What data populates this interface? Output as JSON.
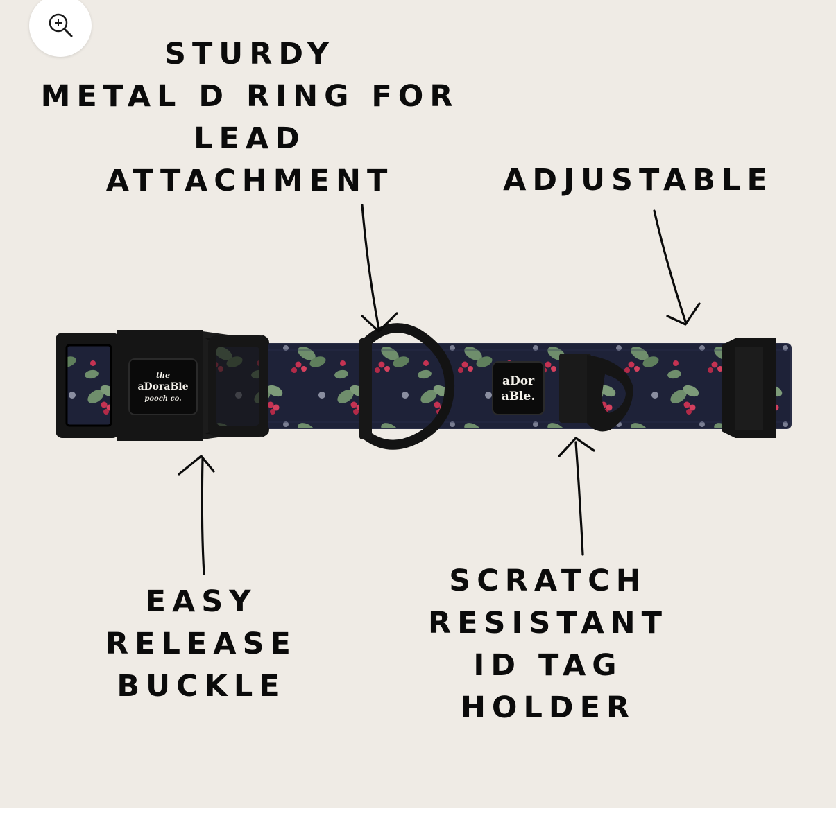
{
  "image_viewer": {
    "zoom_icon": "zoom-in-icon"
  },
  "features": {
    "d_ring": {
      "lines": [
        "STURDY",
        "METAL D RING FOR",
        "LEAD",
        "ATTACHMENT"
      ]
    },
    "adjustable": {
      "lines": [
        "ADJUSTABLE"
      ]
    },
    "buckle": {
      "lines": [
        "EASY",
        "RELEASE",
        "BUCKLE"
      ]
    },
    "tag_holder": {
      "lines": [
        "SCRATCH",
        "RESISTANT",
        "ID TAG",
        "HOLDER"
      ]
    }
  },
  "product": {
    "buckle_badge": {
      "top": "the",
      "main": "aDoraBle",
      "bottom": "pooch co."
    },
    "webbing_badge": {
      "line1": "aDor",
      "line2": "aBle."
    }
  },
  "colors": {
    "background": "#efebe5",
    "text": "#0b0b0b",
    "webbing": "#1e2238",
    "hardware": "#121212",
    "leaf": "#6f8e6c",
    "berry": "#c53252"
  }
}
